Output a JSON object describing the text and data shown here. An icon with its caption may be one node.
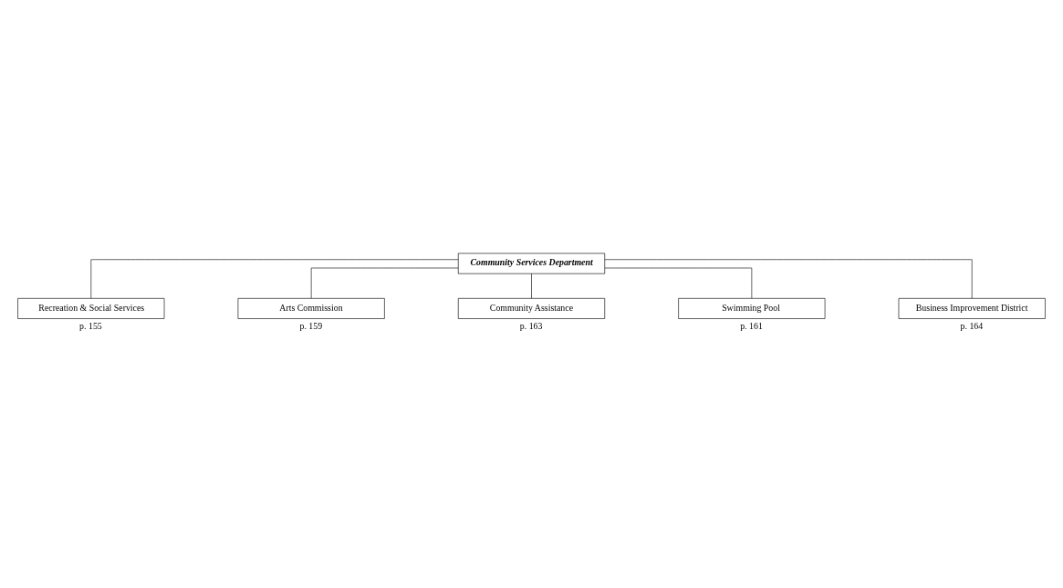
{
  "diagram": {
    "nodes": [
      {
        "text": [
          "Community Services Department"
        ]
      },
      {
        "text": [
          "Recreation & Social Services"
        ],
        "beside": [
          "p. 155"
        ]
      },
      {
        "text": [
          "Arts Commission"
        ],
        "beside": [
          "p. 159"
        ]
      },
      {
        "text": [
          "Community Assistance"
        ],
        "beside": [
          "p. 163"
        ]
      },
      {
        "text": [
          "Swimming Pool"
        ],
        "beside": [
          "p. 161"
        ]
      },
      {
        "text": [
          "Business Improvement District"
        ],
        "beside": [
          "p. 164"
        ]
      }
    ],
    "edges": [
      {
        "from": 0,
        "to": 1,
        "arrow": "none"
      },
      {
        "from": 0,
        "to": 2,
        "arrow": "none"
      },
      {
        "from": 0,
        "to": 3,
        "arrow": "none"
      },
      {
        "from": 0,
        "to": 4,
        "arrow": "none"
      },
      {
        "from": 0,
        "to": 5,
        "arrow": "none"
      }
    ]
  }
}
